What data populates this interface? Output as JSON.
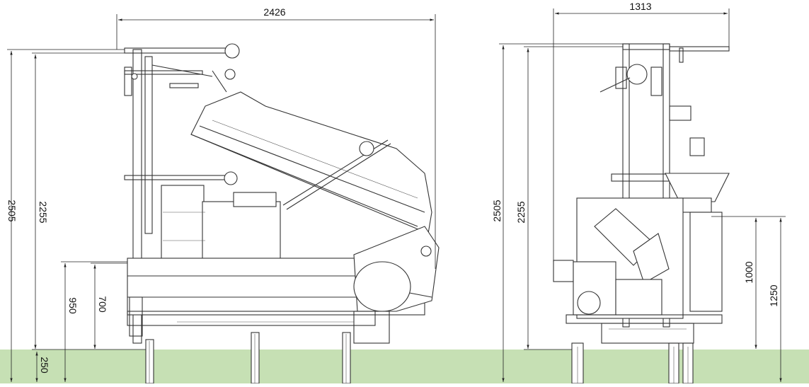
{
  "colors": {
    "ground": "#c6e0b4",
    "line": "#333333",
    "background": "#ffffff"
  },
  "side_view": {
    "overall_width": "2426",
    "overall_height": "2505",
    "top_frame_height": "2255",
    "feed_height": "950",
    "table_height": "700",
    "ground_clearance": "250"
  },
  "rear_view": {
    "overall_width": "1313",
    "overall_height": "2505",
    "top_frame_height": "2255",
    "outlet_height": "1000",
    "hopper_height": "1250"
  }
}
